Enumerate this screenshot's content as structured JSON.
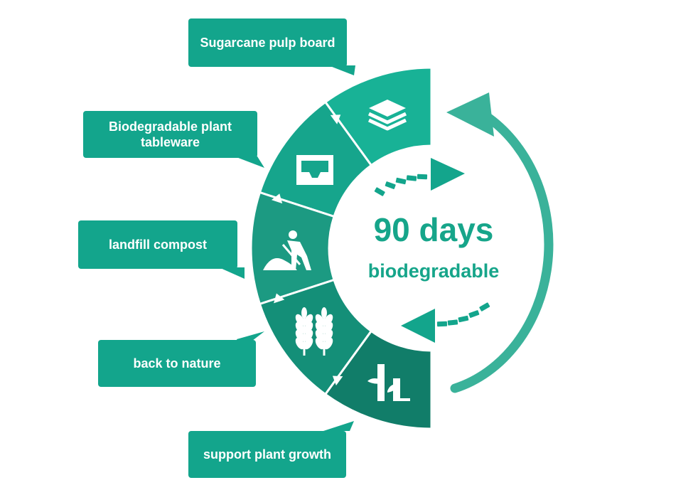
{
  "colors": {
    "segment_1": "#18b296",
    "segment_2": "#16a58c",
    "segment_3": "#1c9a82",
    "segment_4": "#148f78",
    "segment_5": "#117d69",
    "callout": "#13a58c",
    "arrow": "#3ab29a",
    "dash_arrow": "#13a58c",
    "text": "#16a58a"
  },
  "center": {
    "title": "90 days",
    "subtitle": "biodegradable"
  },
  "stages": [
    {
      "label": "Sugarcane pulp board",
      "icon": "layers-icon"
    },
    {
      "label": "Biodegradable plant tableware",
      "icon": "tray-icon"
    },
    {
      "label": "landfill compost",
      "icon": "shovel-worker-icon"
    },
    {
      "label": "back to nature",
      "icon": "wheat-icon"
    },
    {
      "label": "support plant growth",
      "icon": "bamboo-icon"
    }
  ]
}
